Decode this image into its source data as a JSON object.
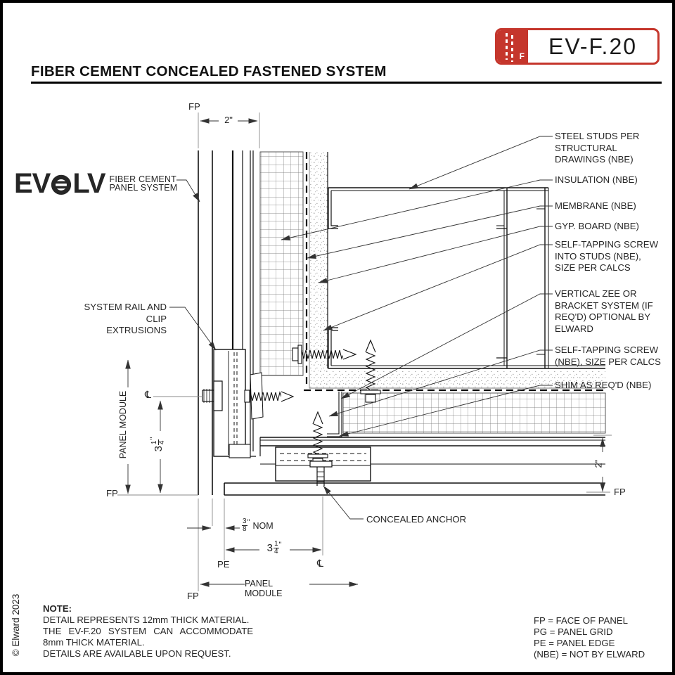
{
  "badge": {
    "code": "EV-F.20",
    "icon_letter": "F",
    "accent_color": "#c5362c"
  },
  "title": "FIBER CEMENT CONCEALED FASTENED SYSTEM",
  "logo": {
    "part1": "EV",
    "part2": "LV",
    "caption_line1": "FIBER CEMENT",
    "caption_line2": "PANEL SYSTEM"
  },
  "callouts": {
    "steel_studs": "STEEL STUDS PER\nSTRUCTURAL\nDRAWINGS (NBE)",
    "insulation": "INSULATION (NBE)",
    "membrane": "MEMBRANE (NBE)",
    "gyp_board": "GYP. BOARD (NBE)",
    "screw_into_studs": "SELF-TAPPING SCREW\nINTO STUDS (NBE),\nSIZE PER CALCS",
    "vertical_zee": "VERTICAL ZEE OR\nBRACKET SYSTEM (IF\nREQ'D) OPTIONAL BY\nELWARD",
    "self_tapping_screw": "SELF-TAPPING SCREW\n(NBE), SIZE PER CALCS",
    "shim": "SHIM AS REQ'D (NBE)",
    "system_rail": "SYSTEM RAIL AND CLIP\nEXTRUSIONS",
    "concealed_anchor": "CONCEALED ANCHOR"
  },
  "dimensions": {
    "top_width": "2\"",
    "right_height": "2\"",
    "joint": {
      "num": "3",
      "den": "8",
      "quote": "\"",
      "label": "NOM"
    },
    "offset": {
      "whole": "3",
      "num": "1",
      "den": "4",
      "quote": "\""
    },
    "panel_module": "PANEL MODULE"
  },
  "markers": {
    "fp": "FP",
    "pe": "PE",
    "cl": "℄"
  },
  "note": {
    "heading": "NOTE:",
    "lines": [
      "DETAIL REPRESENTS 12mm THICK MATERIAL.",
      "THE EV-F.20 SYSTEM CAN ACCOMMODATE",
      "8mm THICK MATERIAL.",
      "DETAILS ARE AVAILABLE UPON REQUEST."
    ]
  },
  "legend": [
    "FP = FACE OF PANEL",
    "PG = PANEL GRID",
    "PE = PANEL EDGE",
    "(NBE) = NOT BY ELWARD"
  ],
  "copyright": "© Elward 2023"
}
